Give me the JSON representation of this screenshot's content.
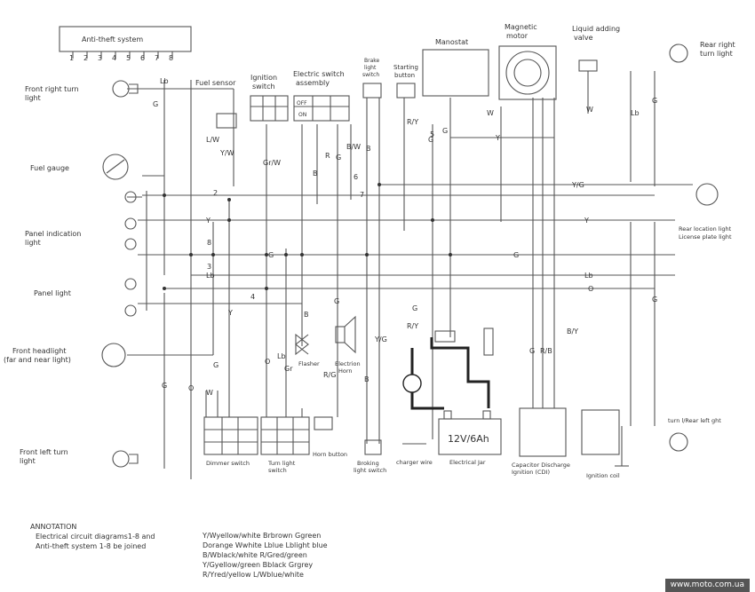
{
  "labels": {
    "anti_theft": "Anti-theft system",
    "anti_theft_pins": [
      "1",
      "2",
      "3",
      "4",
      "5",
      "6",
      "7",
      "8"
    ],
    "front_right_turn_1": "Front right turn",
    "front_right_turn_2": "light",
    "fuel_sensor": "Fuel sensor",
    "ignition_switch_1": "Ignition",
    "ignition_switch_2": "switch",
    "electric_switch_1": "Electric switch",
    "electric_switch_2": "assembly",
    "off": "OFF",
    "on": "ON",
    "brake_switch_1": "Brake",
    "brake_switch_2": "light",
    "brake_switch_3": "switch",
    "starting_button_1": "Starting",
    "starting_button_2": "button",
    "manostat": "Manostat",
    "magnetic_motor_1": "Magnetic",
    "magnetic_motor_2": "motor",
    "liquid_valve_1": "Liquid adding",
    "liquid_valve_2": "valve",
    "rear_right_turn_1": "Rear right",
    "rear_right_turn_2": "turn light",
    "fuel_gauge": "Fuel gauge",
    "panel_indication_1": "Panel indication",
    "panel_indication_2": "light",
    "panel_light": "Panel light",
    "front_headlight_1": "Front headlight",
    "front_headlight_2": "(far and near light)",
    "front_left_turn_1": "Front left turn",
    "front_left_turn_2": "light",
    "rear_location_1": "Rear location light",
    "rear_location_2": "License plate light",
    "flasher": "Flasher",
    "horn_1": "Electrion",
    "horn_2": "Horn",
    "dimmer_switch": "Dimmer switch",
    "turn_switch_1": "Turn light",
    "turn_switch_2": "switch",
    "horn_button": "Horn button",
    "braking_switch_1": "Broking",
    "braking_switch_2": "light switch",
    "charger_wire": "charger wire",
    "battery": "12V/6Ah",
    "electrical_jar": "Electrical Jar",
    "cdi_1": "Capacitor Discharge",
    "cdi_2": "Ignition (CDI)",
    "ignition_coil": "Ignition coil",
    "rear_left_turn": "turn l/Rear left ght"
  },
  "wire_labels": {
    "Lb": "Lb",
    "G": "G",
    "Y": "Y",
    "O": "O",
    "W": "W",
    "B": "B",
    "R": "R",
    "YG": "Y/G",
    "LW": "L/W",
    "YW": "Y/W",
    "GrW": "Gr/W",
    "BW": "B/W",
    "RY": "R/Y",
    "RG": "R/G",
    "RB": "R/B",
    "BY": "B/Y",
    "Gr": "Gr"
  },
  "junction_numbers": [
    "2",
    "8",
    "3",
    "4",
    "5",
    "6",
    "7"
  ],
  "annotation": {
    "title": "ANNOTATION",
    "line1": "Electrical circuit diagrams1-8 and",
    "line2": "Anti-theft system 1-8 be joined",
    "code1": "Y/Wyellow/white Brbrown Ggreen",
    "code2": "Dorange Wwhite Lblue Lblight blue",
    "code3": "B/Wblack/white R/Gred/green",
    "code4": "Y/Gyellow/green Bblack Grgrey",
    "code5": "R/Yred/yellow L/Wblue/white"
  },
  "watermark": "www.moto.com.ua"
}
